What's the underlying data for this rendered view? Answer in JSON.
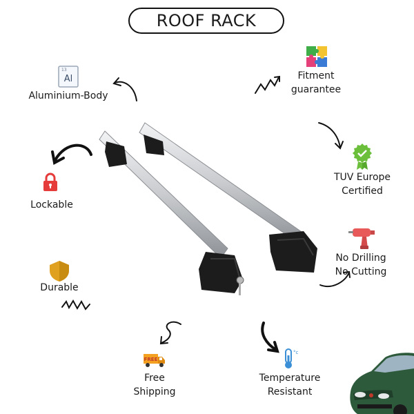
{
  "title": "ROOF RACK",
  "features": {
    "aluminium": {
      "label": "Aluminium-Body",
      "icon_text": "Al",
      "icon_number": "13",
      "icon": "aluminium-element-icon"
    },
    "lockable": {
      "label": "Lockable",
      "icon": "padlock-icon",
      "color": "#e53b3b"
    },
    "durable": {
      "label": "Durable",
      "icon": "shield-icon",
      "color": "#e0a020"
    },
    "fitment": {
      "line1": "Fitment",
      "line2": "guarantee",
      "icon": "puzzle-icon"
    },
    "tuv": {
      "line1": "TUV Europe",
      "line2": "Certified",
      "icon": "certified-badge-icon",
      "color": "#6bbf3a"
    },
    "drilling": {
      "line1": "No Drilling",
      "line2": "No Cutting",
      "icon": "drill-icon",
      "color": "#e85a5a"
    },
    "shipping": {
      "line1": "Free",
      "line2": "Shipping",
      "icon": "delivery-truck-icon",
      "badge": "FREE"
    },
    "temperature": {
      "line1": "Temperature",
      "line2": "Resistant",
      "icon": "thermometer-icon",
      "unit": "°c"
    }
  },
  "colors": {
    "accent_dark": "#111111",
    "bar_silver": "#c9cbce",
    "foot_black": "#1c1c1c",
    "car_green": "#2e5a3c"
  }
}
